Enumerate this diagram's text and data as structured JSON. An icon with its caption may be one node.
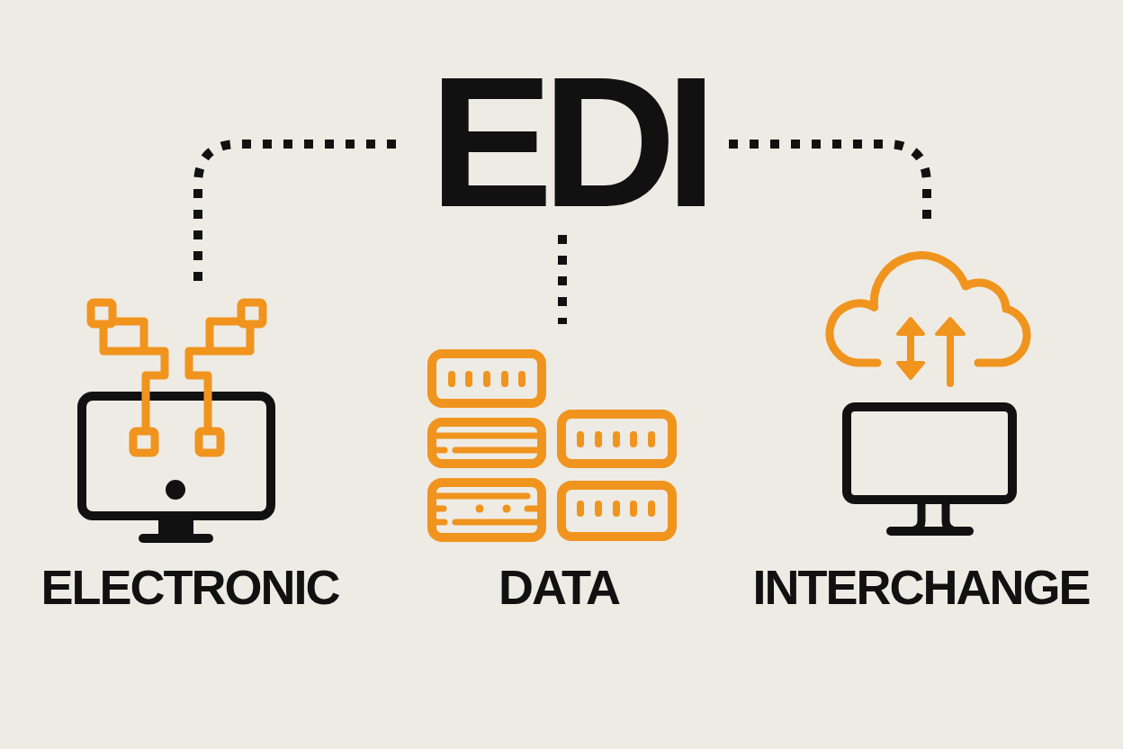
{
  "diagram": {
    "nodes": [
      {
        "text": [
          "EDI"
        ]
      },
      {
        "text": [
          "ELECTRONIC"
        ]
      },
      {
        "text": [
          "DATA"
        ]
      },
      {
        "text": [
          "INTERCHANGE"
        ]
      }
    ],
    "edges": [
      {
        "from": 0,
        "to": 1,
        "arrow": "none",
        "style": "dashed"
      },
      {
        "from": 0,
        "to": 2,
        "arrow": "none",
        "style": "dashed"
      },
      {
        "from": 0,
        "to": 3,
        "arrow": "none",
        "style": "dashed"
      }
    ]
  }
}
